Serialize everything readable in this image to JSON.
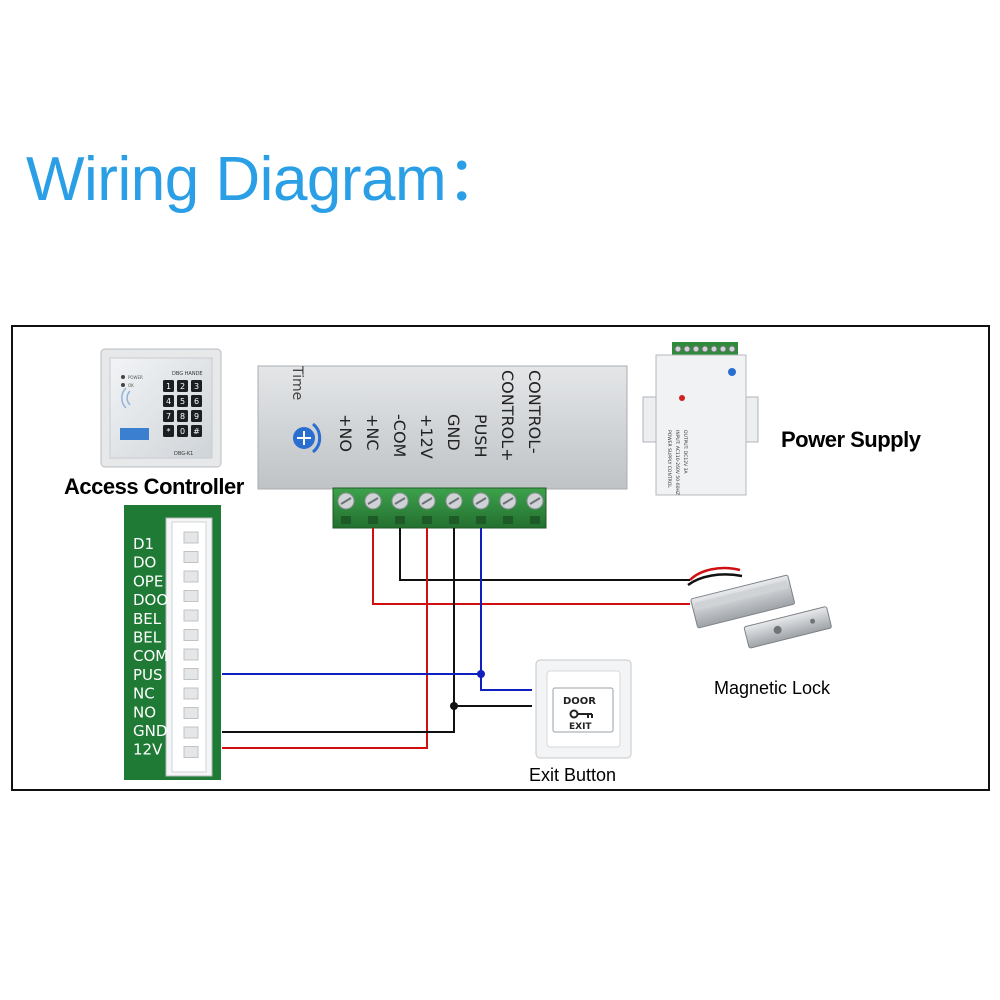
{
  "title": "Wiring Diagram：",
  "labels": {
    "access_controller": "Access Controller",
    "power_supply": "Power Supply",
    "magnetic_lock": "Magnetic Lock",
    "exit_button": "Exit Button"
  },
  "controller_terminals": [
    "+NO",
    "+NC",
    "-COM",
    "+12V",
    "GND",
    "PUSH",
    "CONTROL+",
    "CONTROL-"
  ],
  "controller_time_label": "Time",
  "board_pins": [
    "D1",
    "DO",
    "OPE",
    "DOO",
    "BEL",
    "BEL",
    "COM",
    "PUS",
    "NC",
    "NO",
    "GND",
    "12V"
  ],
  "exit_button_text": {
    "top": "DOOR",
    "bottom": "EXIT"
  },
  "keypad": {
    "brand": "DBG HANDE",
    "model": "DBG-K1",
    "indicators": [
      "POWER",
      "OK"
    ],
    "keys": [
      "1",
      "2",
      "3",
      "4",
      "5",
      "6",
      "7",
      "8",
      "9",
      "*",
      "0",
      "#"
    ]
  },
  "psu_label_lines": [
    "POWER SUPPLY CONTROL",
    "INPUT: AC110-260V 50-60HZ",
    "OUTPUT: DC12V 3A"
  ],
  "colors": {
    "title": "#2a9fe6",
    "wire_red": "#d01010",
    "wire_black": "#111111",
    "wire_blue": "#1020c0",
    "terminal_green": "#2e8b3a",
    "pcb_green": "#1f7a35"
  }
}
